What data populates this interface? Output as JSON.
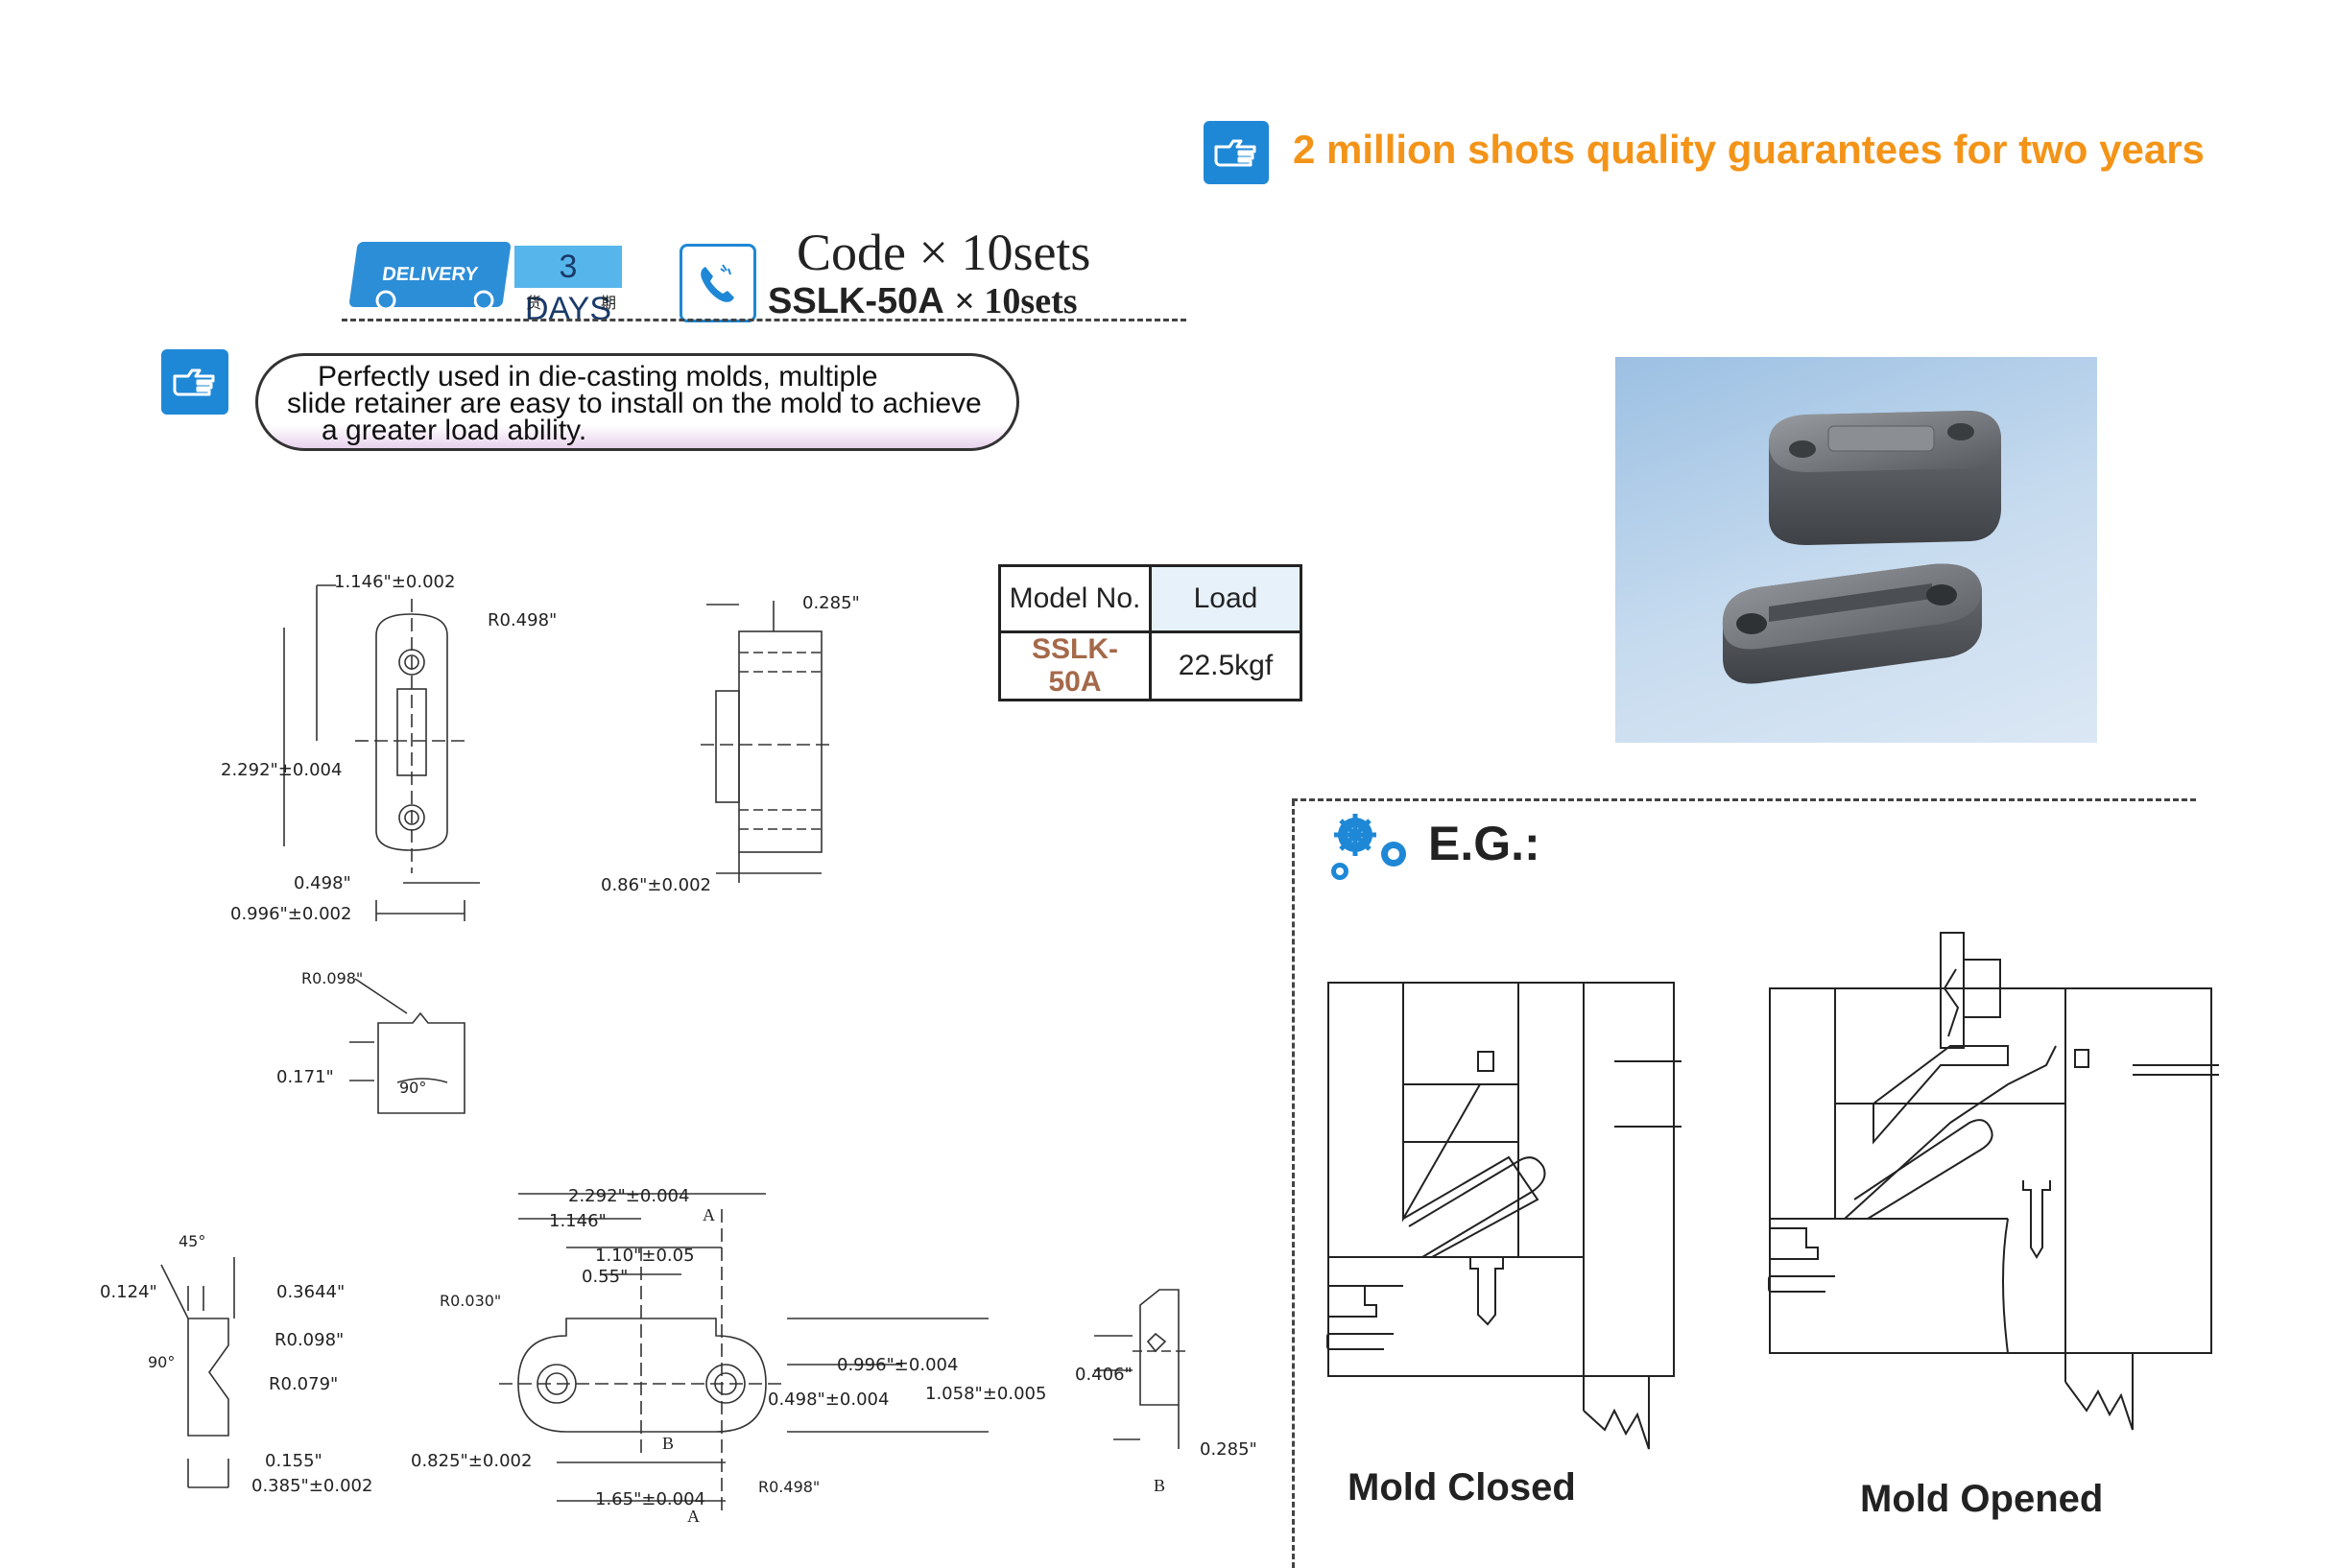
{
  "header": {
    "guarantee_text": "2 million shots quality guarantees for two years",
    "guarantee_icon": "hand-pointing-icon"
  },
  "delivery": {
    "truck_label": "DELIVERY",
    "days_label": "3 DAYS",
    "days_sub1": "货",
    "days_sub2": "期",
    "phone_icon": "phone-icon",
    "code_line": "Code × 10sets",
    "model_label": "SSLK-50A",
    "model_qty": "× 10sets"
  },
  "description": {
    "line1": "Perfectly used in die-casting molds, multiple",
    "line2": "slide retainer are easy to install on the mold to achieve",
    "line3": "a greater load ability."
  },
  "spec_table": {
    "header_model": "Model No.",
    "header_load": "Load",
    "model": "SSLK-50A",
    "load": "22.5kgf",
    "model_color": "#a5694a"
  },
  "drawing_dims": {
    "d1": "1.146\"±0.002",
    "d2": "R0.498\"",
    "d3": "2.292\"±0.004",
    "d4": "0.498\"",
    "d5": "0.996\"±0.002",
    "d6": "0.285\"",
    "d7": "0.86\"±0.002",
    "d8": "R0.098\"",
    "d9": "0.171\"",
    "d10": "90°",
    "d11": "45°",
    "d12": "0.124\"",
    "d13": "0.3644\"",
    "d14": "R0.098\"",
    "d15": "90°",
    "d16": "R0.079\"",
    "d17": "0.155\"",
    "d18": "0.385\"±0.002",
    "d19": "2.292\"±0.004",
    "d20": "1.146\"",
    "d21": "1.10\"±0.05",
    "d22": "0.55\"",
    "d23": "R0.030\"",
    "d24": "0.996\"±0.004",
    "d25": "0.498\"±0.004",
    "d26": "1.058\"±0.005",
    "d27": "0.825\"±0.002",
    "d28": "1.65\"±0.004",
    "d29": "R0.498\"",
    "d30": "0.406\"",
    "d31": "0.285\"",
    "sec_a": "A",
    "sec_b": "B"
  },
  "example": {
    "title": "E.G.:",
    "icon": "gears-icon",
    "caption_closed": "Mold Closed",
    "caption_opened": "Mold Opened"
  }
}
